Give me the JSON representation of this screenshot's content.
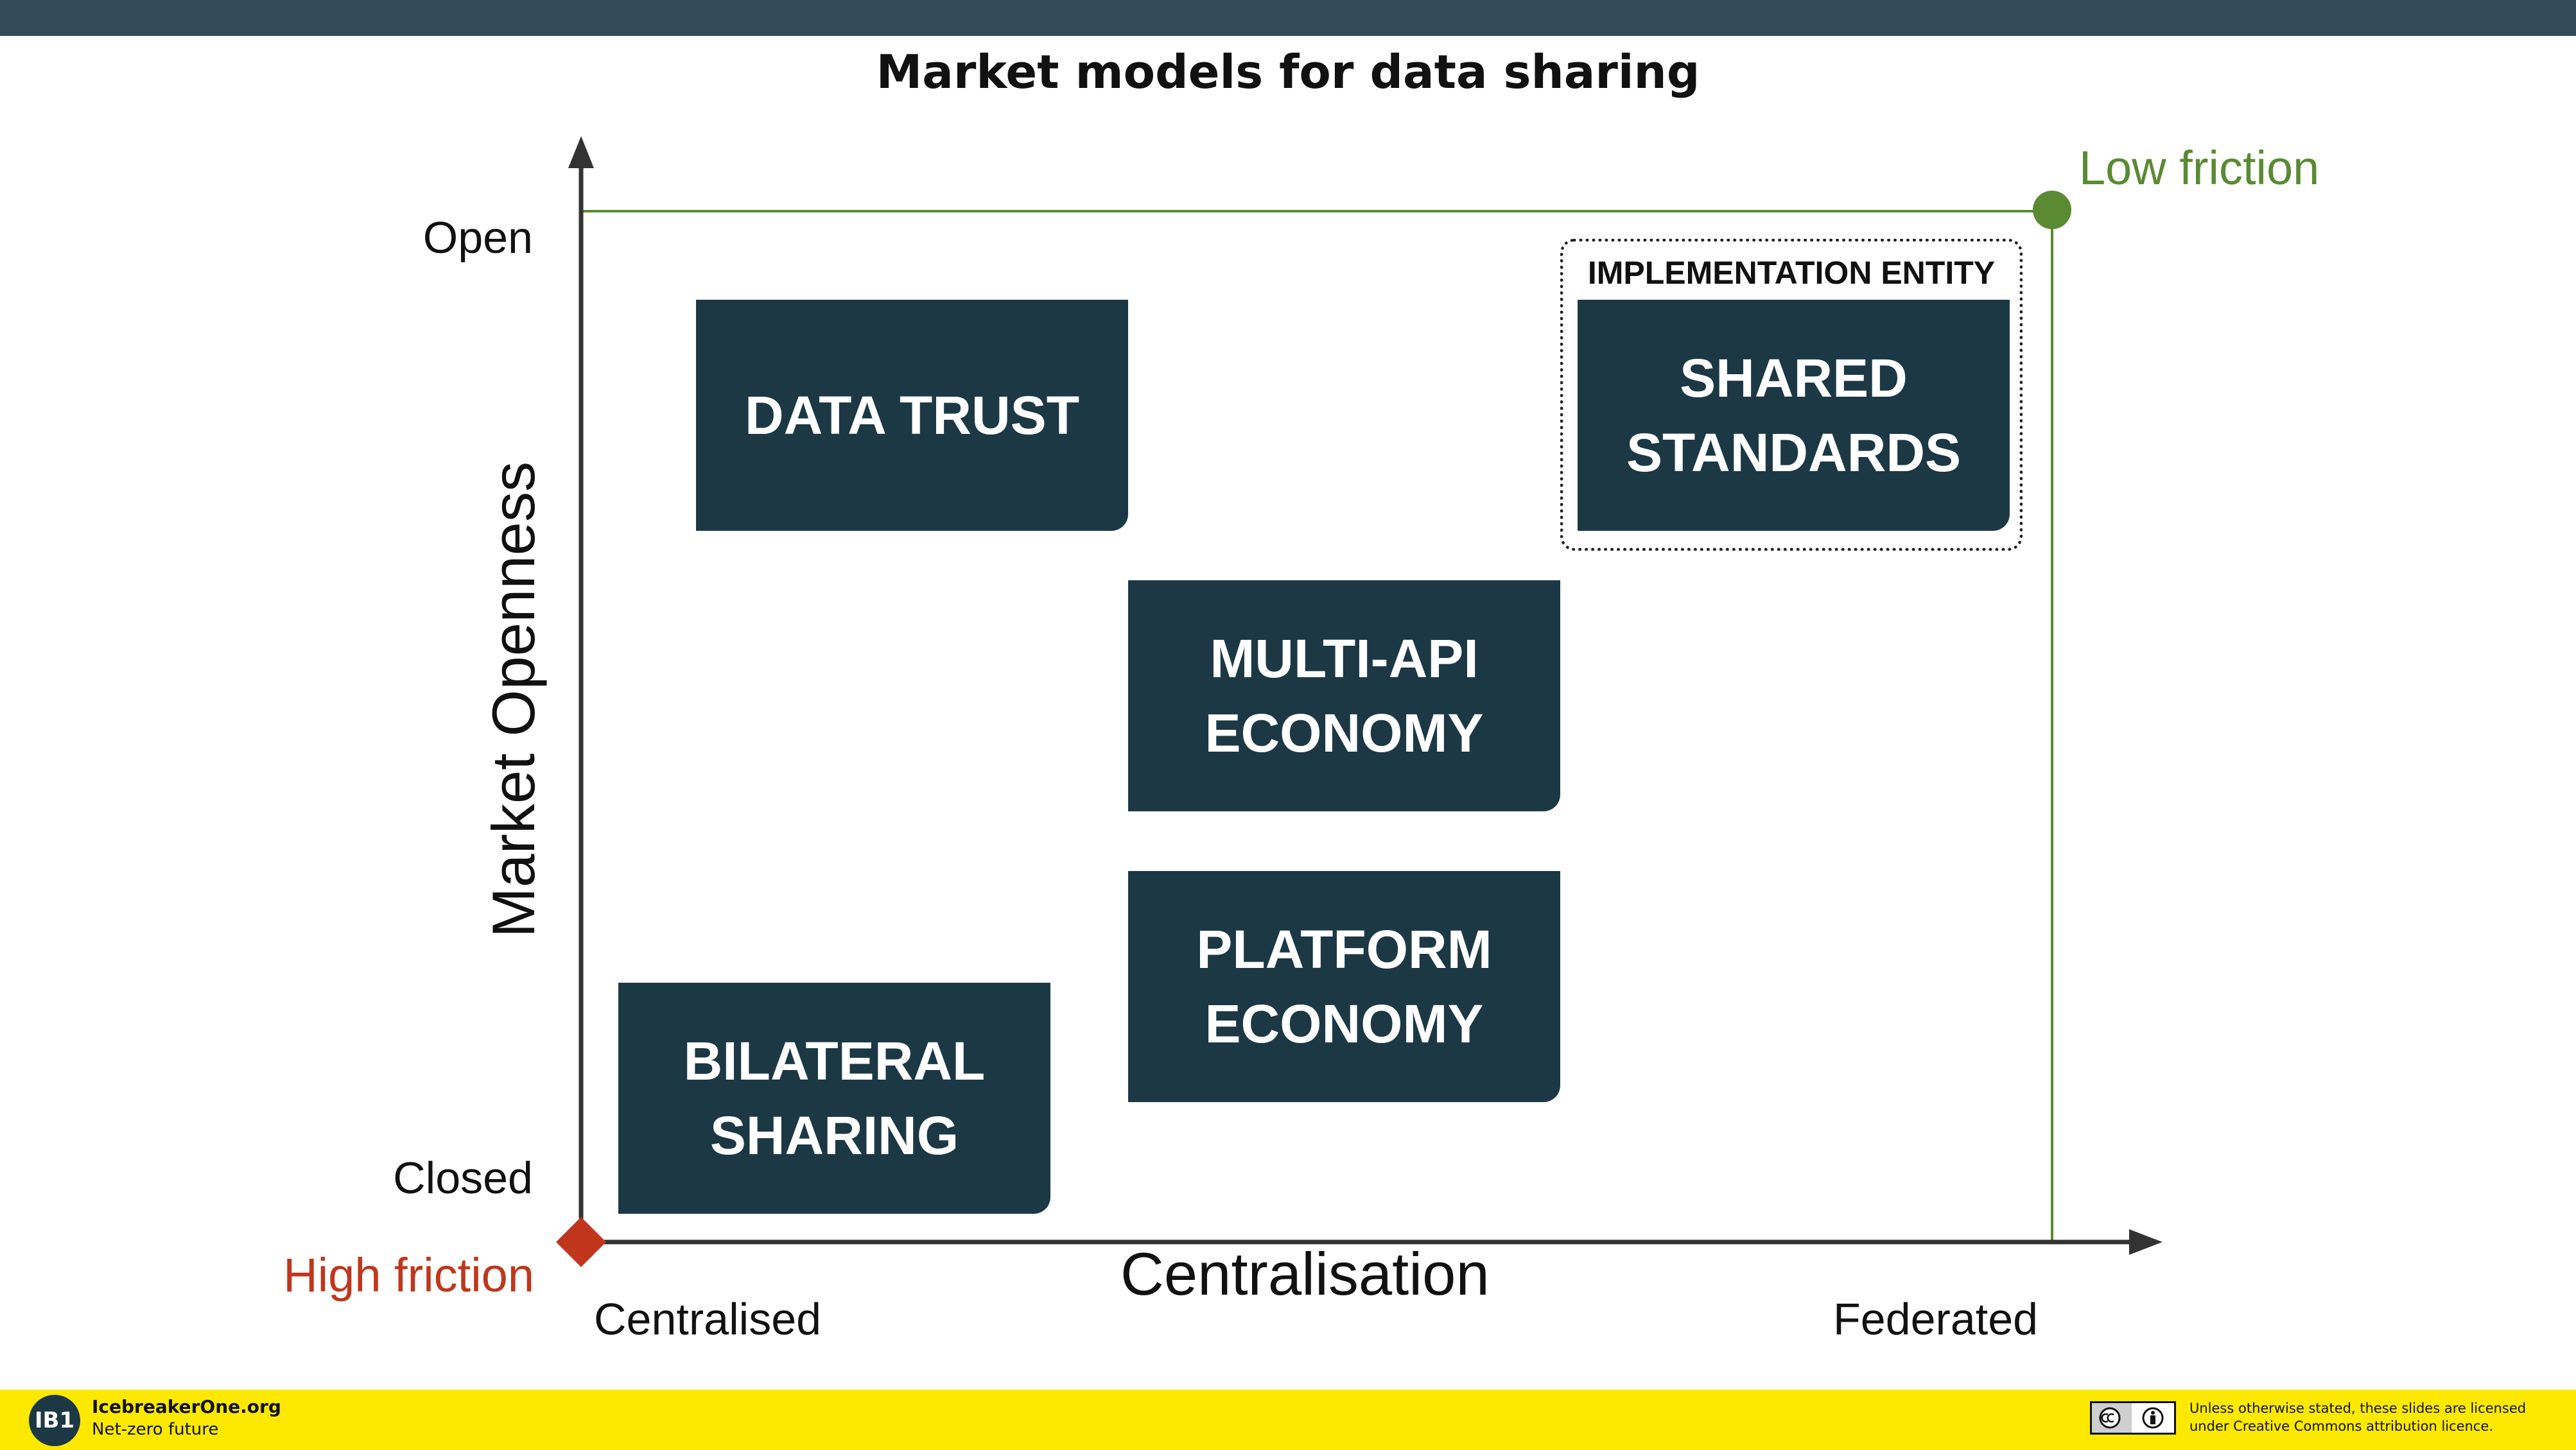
{
  "title": "Market models for data sharing",
  "axes": {
    "y_title": "Market Openness",
    "x_title": "Centralisation",
    "y_top": "Open",
    "y_bottom": "Closed",
    "x_left": "Centralised",
    "x_right": "Federated"
  },
  "corners": {
    "low_friction": "Low friction",
    "high_friction": "High friction"
  },
  "boxes": {
    "data_trust": "DATA TRUST",
    "shared_standards": "SHARED\nSTANDARDS",
    "multi_api": "MULTI-API\nECONOMY",
    "platform": "PLATFORM\nECONOMY",
    "bilateral": "BILATERAL\nSHARING"
  },
  "implementation_entity": "IMPLEMENTATION ENTITY",
  "footer": {
    "logo": "IB1",
    "brand": "IcebreakerOne.org",
    "tagline": "Net-zero future",
    "license": "Unless otherwise stated, these slides are licensed\nunder Creative Commons attribution licence."
  },
  "colors": {
    "box": "#1c3845",
    "low_friction": "#5a8a32",
    "high_friction": "#c0361c",
    "footer": "#fde900",
    "top_bar": "#344c5a"
  },
  "icons": [
    "cc-by-license-icon"
  ]
}
